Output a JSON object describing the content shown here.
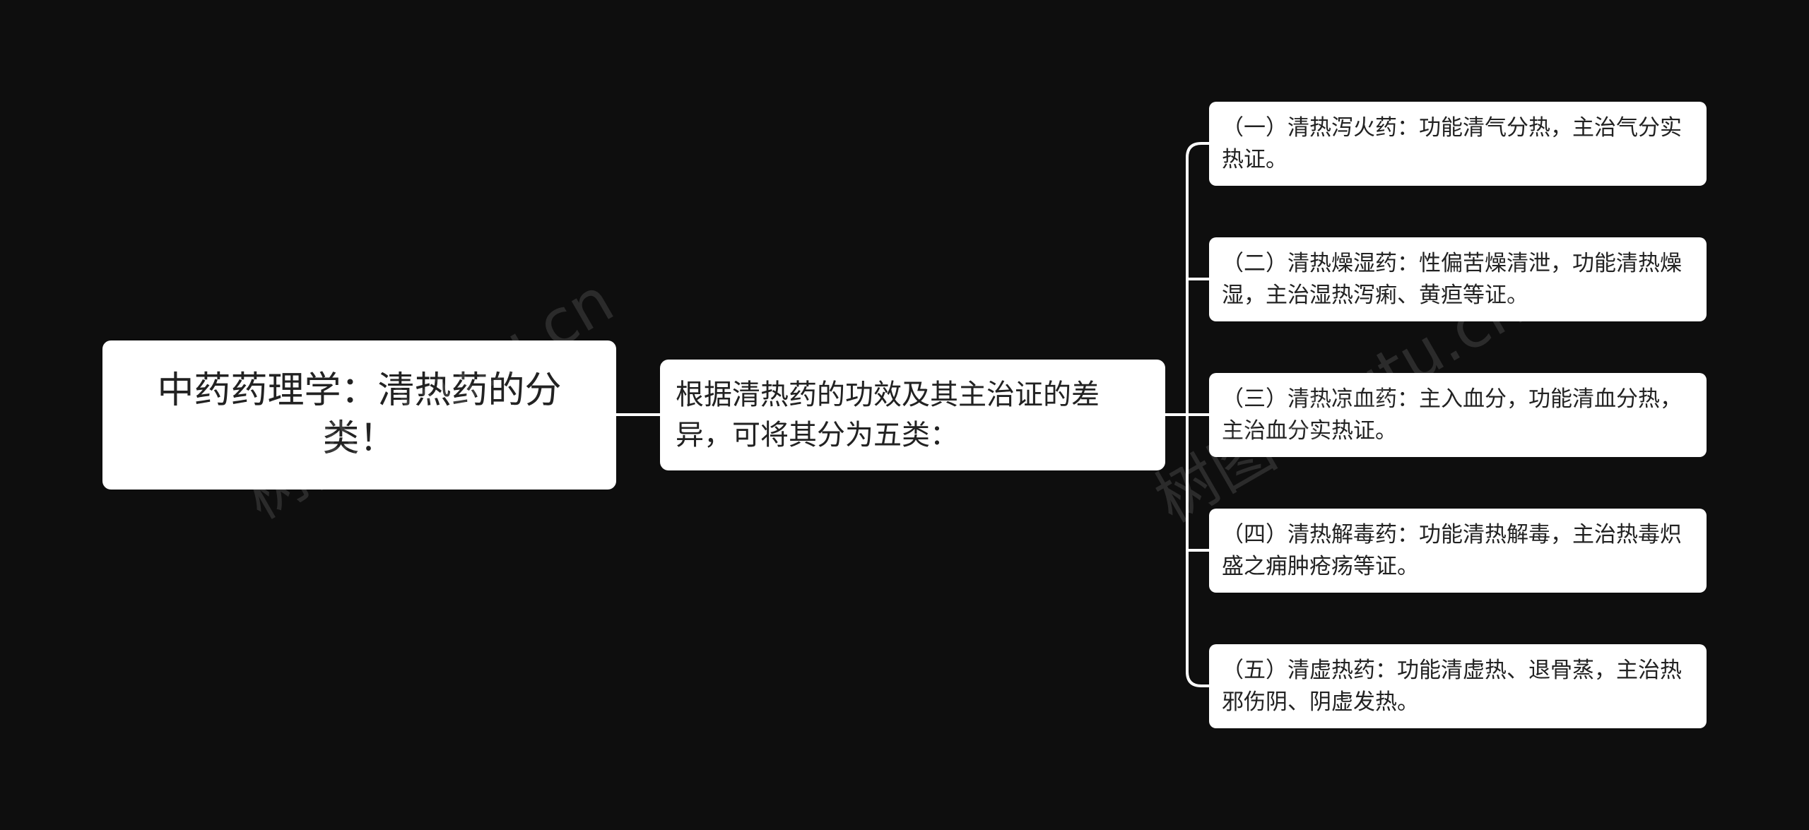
{
  "mindmap": {
    "root": {
      "text": "中药药理学：清热药的分类！"
    },
    "branch": {
      "text": "根据清热药的功效及其主治证的差异，可将其分为五类："
    },
    "leaves": [
      {
        "text": "（一）清热泻火药：功能清气分热，主治气分实热证。"
      },
      {
        "text": "（二）清热燥湿药：性偏苦燥清泄，功能清热燥湿，主治湿热泻痢、黄疸等证。"
      },
      {
        "text": "（三）清热凉血药：主入血分，功能清血分热，主治血分实热证。"
      },
      {
        "text": "（四）清热解毒药：功能清热解毒，主治热毒炽盛之痈肿疮疡等证。"
      },
      {
        "text": "（五）清虚热药：功能清虚热、退骨蒸，主治热邪伤阴、阴虚发热。"
      }
    ]
  },
  "watermarks": [
    "树图 shutu.cn",
    "树图 shutu.cn"
  ],
  "colors": {
    "background": "#0e0e0e",
    "node_fill": "#ffffff",
    "text": "#222222",
    "connector": "#ffffff"
  }
}
